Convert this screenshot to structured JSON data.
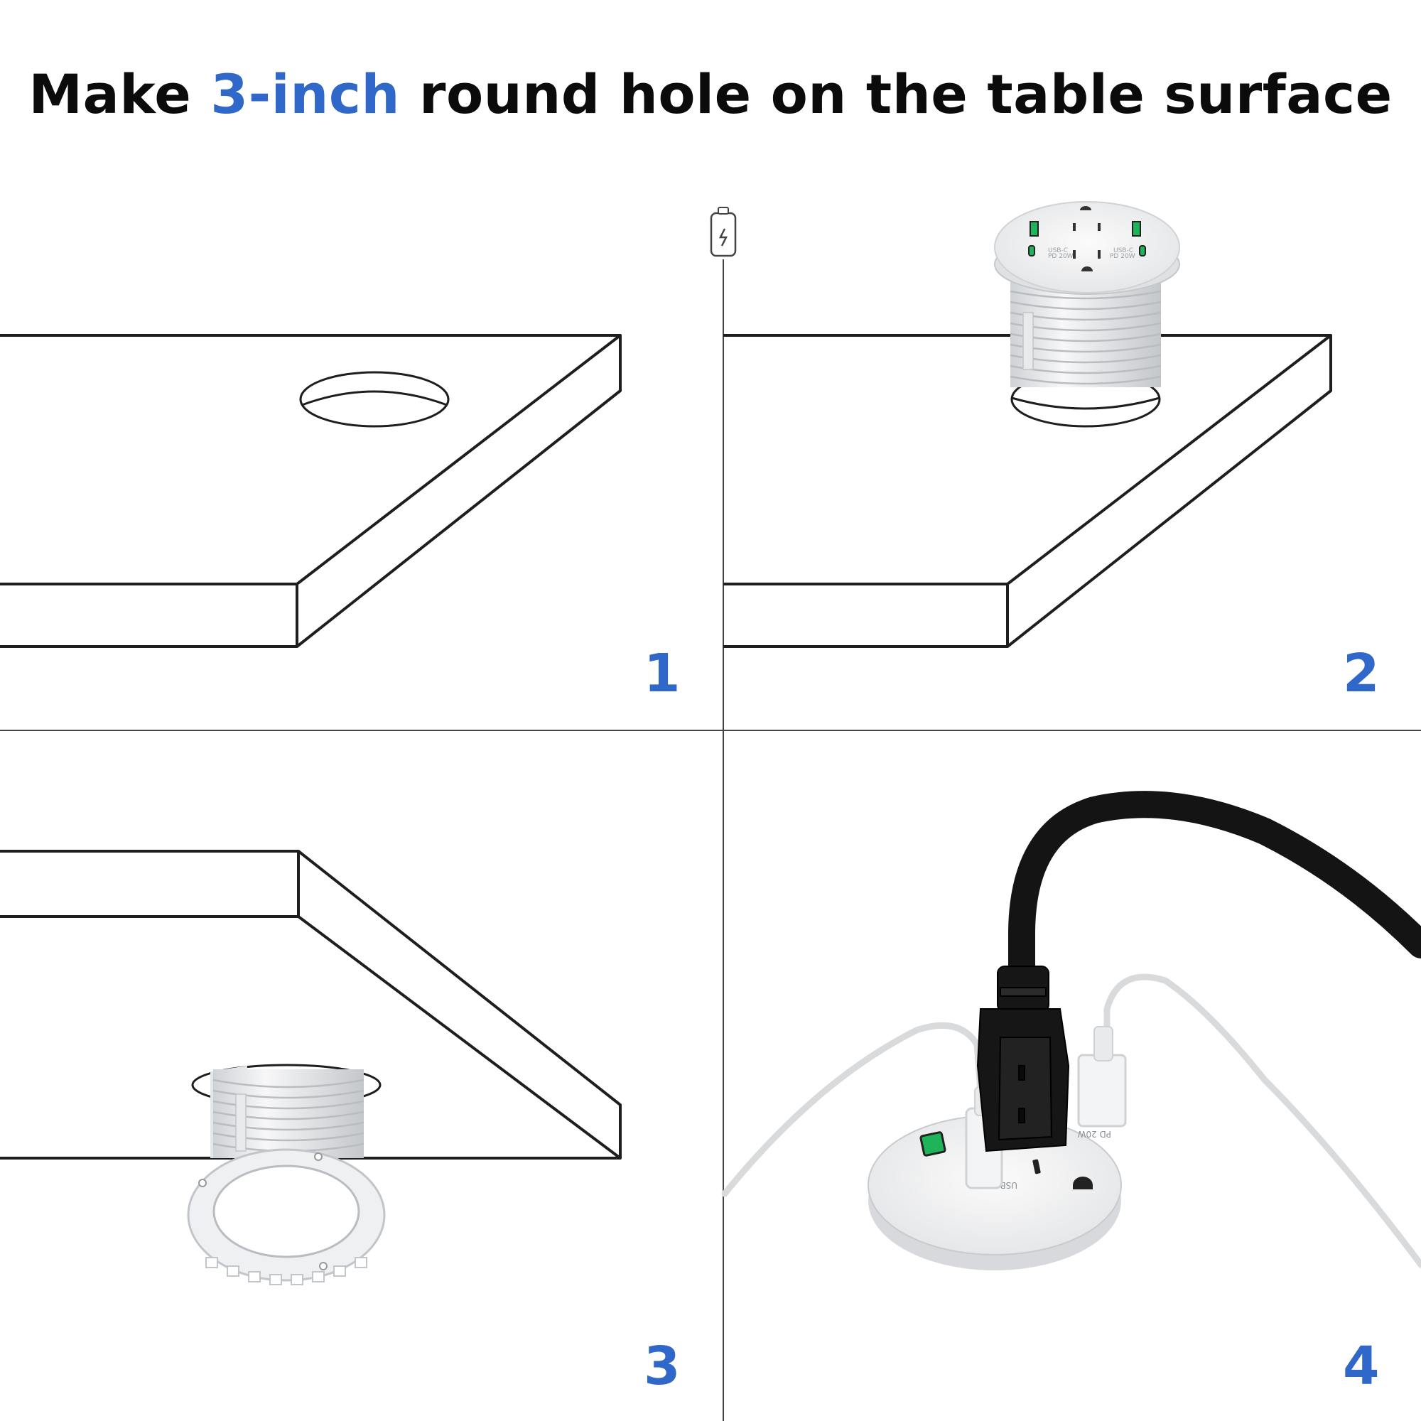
{
  "title": {
    "before": "Make ",
    "highlight": "3-inch",
    "after": " round hole on the table surface"
  },
  "steps": [
    "1",
    "2",
    "3",
    "4"
  ],
  "outlet_labels": {
    "usb_c_left": "USB-C",
    "pd_left": "PD 20W",
    "usb_c_right": "USB-C",
    "pd_right": "PD 20W"
  },
  "colors": {
    "accent": "#2f68c8",
    "line": "#1e1e1e",
    "usb_a_port": "#1fb35a"
  },
  "icons": [
    "charging-indicator-icon"
  ]
}
